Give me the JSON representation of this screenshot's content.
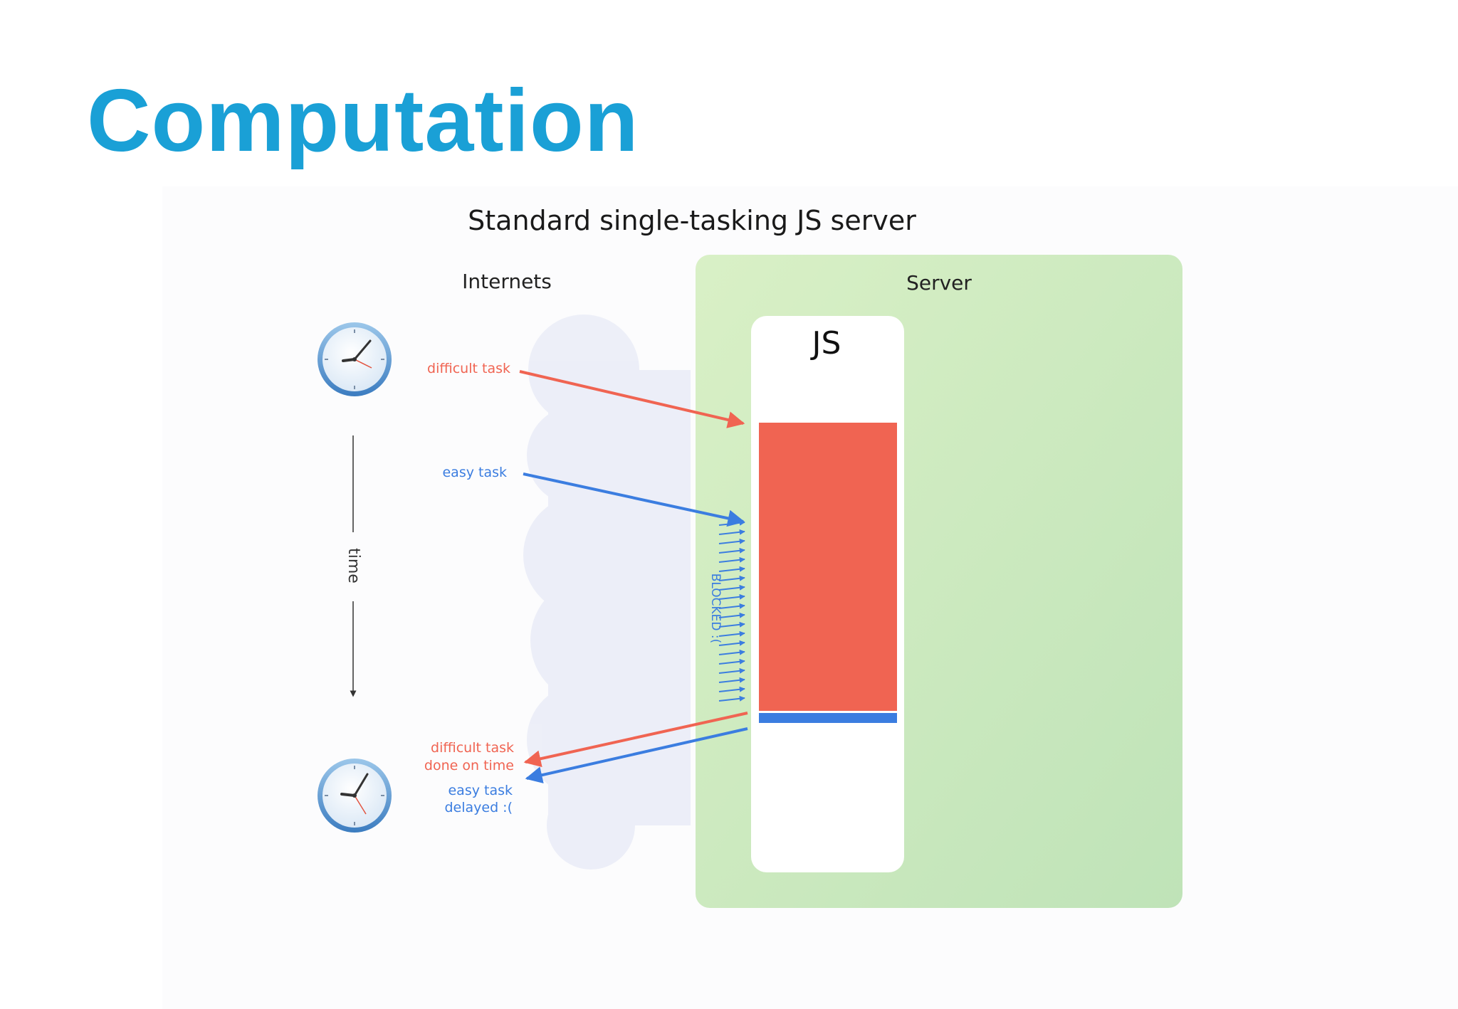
{
  "slide": {
    "title": "Computation"
  },
  "diagram": {
    "title": "Standard single-tasking JS server",
    "internets_label": "Internets",
    "server_label": "Server",
    "js_label": "JS",
    "time_label": "time",
    "blocked_label": "BLOCKED :(",
    "request_difficult_label": "difficult task",
    "request_easy_label": "easy task",
    "response_difficult_line1": "difficult task",
    "response_difficult_line2": "done on time",
    "response_easy_line1": "easy task",
    "response_easy_line2": "delayed :(",
    "colors": {
      "title": "#1aa0d6",
      "difficult": "#f06452",
      "easy": "#3b7de0",
      "server_bg": "#d3eec6",
      "cloud": "#eceef8"
    },
    "icons": {
      "clock_top": "clock-icon",
      "clock_bottom": "clock-icon",
      "cloud": "cloud-shape"
    }
  }
}
